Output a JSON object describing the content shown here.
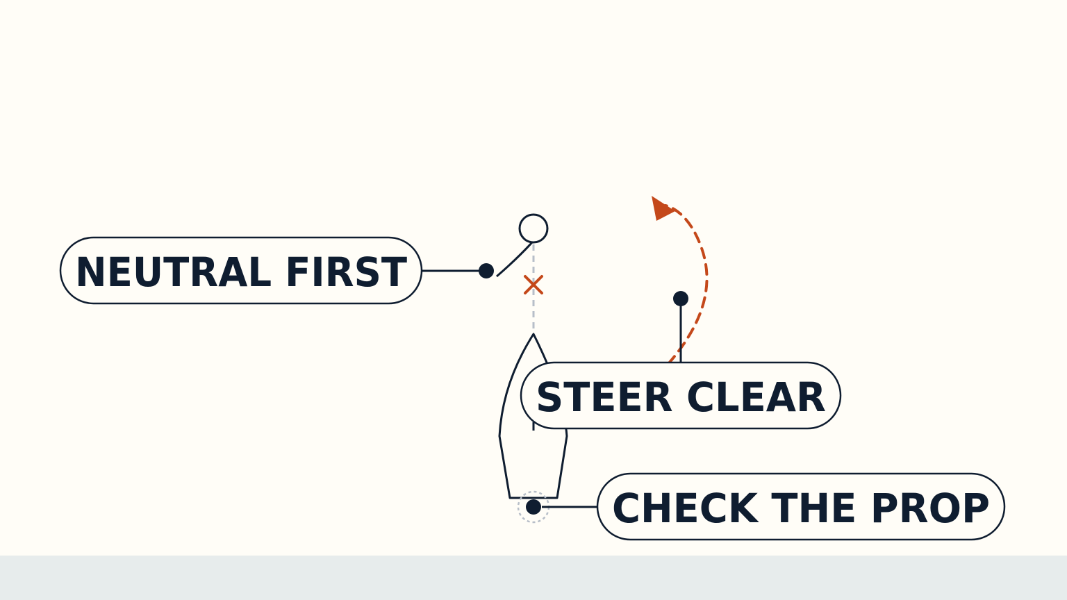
{
  "labels": {
    "neutral": "NEUTRAL FIRST",
    "steer": "STEER CLEAR",
    "prop": "CHECK THE PROP"
  },
  "colors": {
    "background": "#fffdf7",
    "ink": "#0f1d30",
    "accent": "#c4481a",
    "guide": "#b7bec8",
    "footer": "#e7ecec"
  }
}
